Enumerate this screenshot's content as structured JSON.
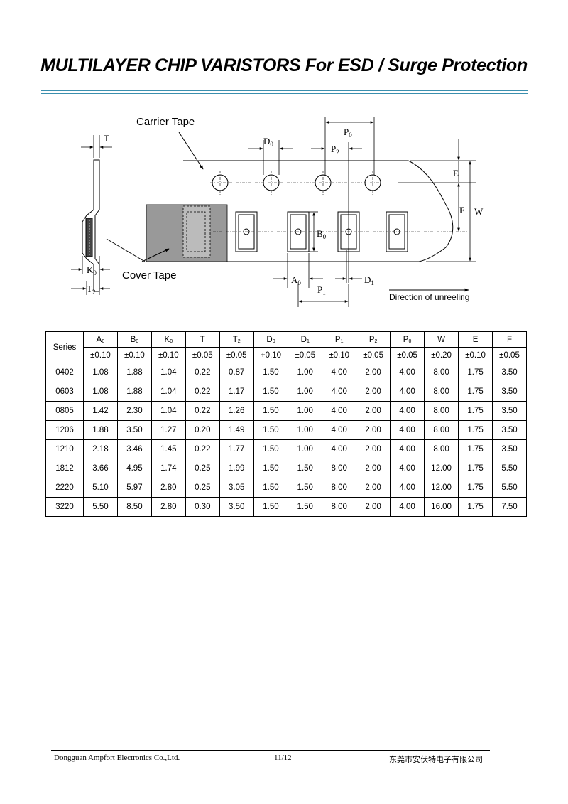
{
  "header": {
    "title": "MULTILAYER CHIP VARISTORS For ESD / Surge Protection"
  },
  "diagram": {
    "carrier_tape": "Carrier Tape",
    "cover_tape": "Cover Tape",
    "direction": "Direction of unreeling",
    "labels": {
      "T": "T",
      "K0": "K",
      "T2": "T",
      "D0": "D",
      "P0": "P",
      "P2": "P",
      "E": "E",
      "F": "F",
      "W": "W",
      "B0": "B",
      "A0": "A",
      "D1": "D",
      "P1": "P"
    },
    "subs": {
      "K0": "0",
      "T2": "2",
      "D0": "0",
      "P0": "0",
      "P2": "2",
      "B0": "0",
      "A0": "0",
      "D1": "1",
      "P1": "1"
    }
  },
  "table": {
    "series_header": "Series",
    "columns": [
      {
        "name": "A",
        "sub": "0",
        "tol": "±0.10"
      },
      {
        "name": "B",
        "sub": "0",
        "tol": "±0.10"
      },
      {
        "name": "K",
        "sub": "0",
        "tol": "±0.10"
      },
      {
        "name": "T",
        "sub": "",
        "tol": "±0.05"
      },
      {
        "name": "T",
        "sub": "2",
        "tol": "±0.05"
      },
      {
        "name": "D",
        "sub": "0",
        "tol": "+0.10"
      },
      {
        "name": "D",
        "sub": "1",
        "tol": "±0.05"
      },
      {
        "name": "P",
        "sub": "1",
        "tol": "±0.10"
      },
      {
        "name": "P",
        "sub": "2",
        "tol": "±0.05"
      },
      {
        "name": "P",
        "sub": "0",
        "tol": "±0.05"
      },
      {
        "name": "W",
        "sub": "",
        "tol": "±0.20"
      },
      {
        "name": "E",
        "sub": "",
        "tol": "±0.10"
      },
      {
        "name": "F",
        "sub": "",
        "tol": "±0.05"
      }
    ],
    "rows": [
      [
        "0402",
        "1.08",
        "1.88",
        "1.04",
        "0.22",
        "0.87",
        "1.50",
        "1.00",
        "4.00",
        "2.00",
        "4.00",
        "8.00",
        "1.75",
        "3.50"
      ],
      [
        "0603",
        "1.08",
        "1.88",
        "1.04",
        "0.22",
        "1.17",
        "1.50",
        "1.00",
        "4.00",
        "2.00",
        "4.00",
        "8.00",
        "1.75",
        "3.50"
      ],
      [
        "0805",
        "1.42",
        "2.30",
        "1.04",
        "0.22",
        "1.26",
        "1.50",
        "1.00",
        "4.00",
        "2.00",
        "4.00",
        "8.00",
        "1.75",
        "3.50"
      ],
      [
        "1206",
        "1.88",
        "3.50",
        "1.27",
        "0.20",
        "1.49",
        "1.50",
        "1.00",
        "4.00",
        "2.00",
        "4.00",
        "8.00",
        "1.75",
        "3.50"
      ],
      [
        "1210",
        "2.18",
        "3.46",
        "1.45",
        "0.22",
        "1.77",
        "1.50",
        "1.00",
        "4.00",
        "2.00",
        "4.00",
        "8.00",
        "1.75",
        "3.50"
      ],
      [
        "1812",
        "3.66",
        "4.95",
        "1.74",
        "0.25",
        "1.99",
        "1.50",
        "1.50",
        "8.00",
        "2.00",
        "4.00",
        "12.00",
        "1.75",
        "5.50"
      ],
      [
        "2220",
        "5.10",
        "5.97",
        "2.80",
        "0.25",
        "3.05",
        "1.50",
        "1.50",
        "8.00",
        "2.00",
        "4.00",
        "12.00",
        "1.75",
        "5.50"
      ],
      [
        "3220",
        "5.50",
        "8.50",
        "2.80",
        "0.30",
        "3.50",
        "1.50",
        "1.50",
        "8.00",
        "2.00",
        "4.00",
        "16.00",
        "1.75",
        "7.50"
      ]
    ]
  },
  "footer": {
    "company": "Dongguan Ampfort Electronics Co.,Ltd.",
    "page": "11/12",
    "company_cn": "东莞市安伏特电子有限公司"
  }
}
